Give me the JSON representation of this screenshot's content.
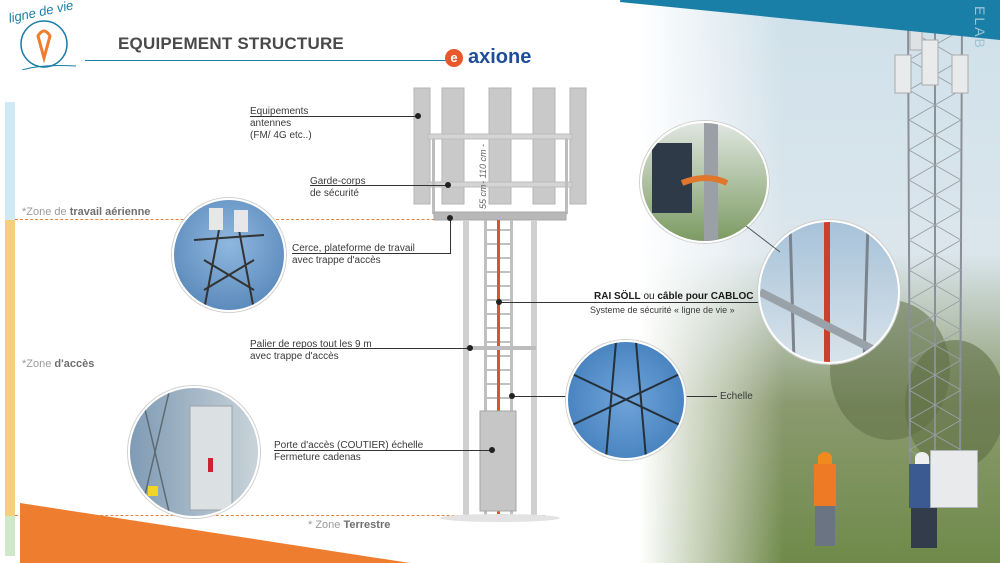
{
  "header": {
    "title": "EQUIPEMENT STRUCTURE",
    "logo_text": "ligne de vie",
    "brand": "axione",
    "corner_text": "ELAB"
  },
  "zones": {
    "aerial_prefix": "*Zone de ",
    "aerial_bold": "travail aérienne",
    "access_prefix": "*Zone ",
    "access_bold": "d'accès",
    "ground_prefix": "* Zone ",
    "ground_bold": "Terrestre"
  },
  "labels": {
    "antennas": [
      "Equipements",
      "antennes",
      "(FM/ 4G etc..)"
    ],
    "guardrail": [
      "Garde-corps",
      "de sécurité"
    ],
    "platform": [
      "Cerce, plateforme de travail",
      "avec trappe d'accès"
    ],
    "rest": [
      "Palier de repos tout les 9 m",
      "avec trappe d'accès"
    ],
    "door": [
      "Porte d'accès (COUTIER) échelle",
      "Fermeture cadenas"
    ],
    "rail_bold_1": "RAI SÖLL",
    "rail_mid": " ou ",
    "rail_bold_2": "câble pour CABLOC",
    "rail_sub": "Systeme de sécurité « ligne de vie »",
    "ladder": "Echelle",
    "dim_top": "- 110 cm -",
    "dim_bottom": "55 cm"
  },
  "colors": {
    "accent_blue": "#1a7fa6",
    "orange": "#e8823a",
    "zone_aerial": "#cfe9f5",
    "zone_access": "#f6cf7d",
    "zone_ground": "#cfe8c8",
    "rail_red": "#d9552b"
  }
}
